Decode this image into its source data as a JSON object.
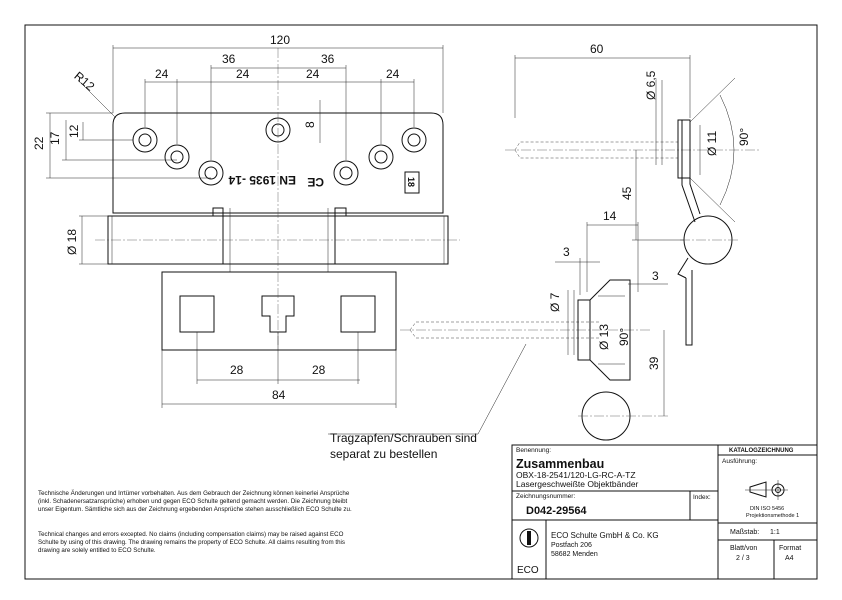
{
  "drawing": {
    "dimensions": {
      "overall_width": "120",
      "hole_pitch_a": "36",
      "hole_pitch_b": "36",
      "spacing_1": "24",
      "spacing_2": "24",
      "spacing_3": "24",
      "spacing_4": "24",
      "radius": "R12",
      "height_22": "22",
      "height_17": "17",
      "height_12": "12",
      "offset_8": "8",
      "diameter_18": "Ø 18",
      "slot_28_left": "28",
      "slot_28_right": "28",
      "width_84": "84",
      "side_60": "60",
      "diameter_6_5": "Ø 6,5",
      "diameter_11": "Ø 11",
      "angle_90_top": "90°",
      "height_45": "45",
      "width_14": "14",
      "dim_3_left": "3",
      "dim_3_right": "3",
      "diameter_7": "Ø 7",
      "diameter_13": "Ø 13",
      "angle_90_bottom": "90°",
      "height_39": "39"
    },
    "part_marking": "EN 1935 -14",
    "grade_marking": "18",
    "note": {
      "line1": "Tragzapfen/Schrauben sind",
      "line2": "separat zu bestellen"
    }
  },
  "notes": {
    "german": "Technische Änderungen und Irrtümer vorbehalten. Aus dem Gebrauch der Zeichnung können keinerlei Ansprüche (inkl. Schadenersatzansprüche) erhoben und gegen ECO Schulte geltend gemacht werden. Die Zeichnung bleibt unser Eigentum. Sämtliche sich aus der Zeichnung ergebenden Ansprüche stehen ausschließlich ECO Schulte zu.",
    "english": "Technical changes and errors excepted. No claims (including compensation claims) may be raised against ECO Schulte by using of this drawing. The drawing remains the property of ECO Schulte. All claims resulting from this drawing are solely entitled to ECO Schulte."
  },
  "title_block": {
    "designation_label": "Benennung:",
    "designation": "Zusammenbau",
    "product_code": "OBX-18-2541/120-LG-RC-A-TZ",
    "product_desc": "Lasergeschweißte Objektbänder",
    "drawing_no_label": "Zeichnungsnummer:",
    "drawing_no": "D042-29564",
    "index_label": "Index:",
    "company_name": "ECO Schulte GmbH & Co. KG",
    "company_street": "Postfach 206",
    "company_city": "58682 Menden",
    "logo_text": "ECO",
    "catalog_label": "KATALOGZEICHNUNG",
    "version_label": "Ausführung:",
    "projection_standard": "DIN ISO 5456",
    "projection_method": "Projektionsmethode 1",
    "scale_label": "Maßstab:",
    "scale": "1:1",
    "sheet_label": "Blatt/von",
    "sheet": "2 / 3",
    "format_label": "Format",
    "format": "A4"
  }
}
